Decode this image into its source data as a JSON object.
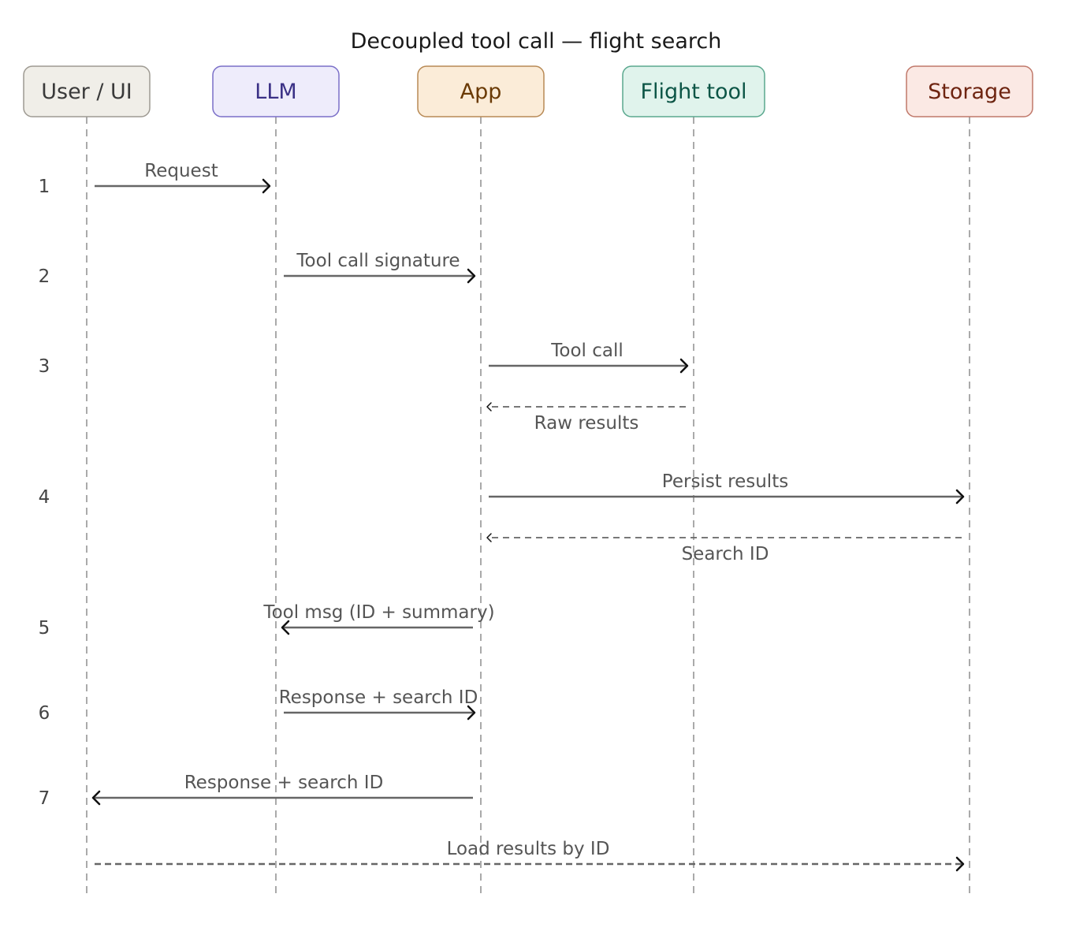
{
  "title": "Decoupled tool call — flight search",
  "colors": {
    "lifeline": "#aaaaaa",
    "arrow_line": "#666666",
    "arrow_head": "#111111",
    "label_text": "#555555"
  },
  "actors": [
    {
      "id": "user",
      "label": "User / UI",
      "fill": "#f0eee8",
      "stroke": "#9e9a92",
      "text": "#3a3a3a"
    },
    {
      "id": "llm",
      "label": "LLM",
      "fill": "#eeecfb",
      "stroke": "#7a6fc8",
      "text": "#3b3186"
    },
    {
      "id": "app",
      "label": "App",
      "fill": "#fbecd8",
      "stroke": "#b88a55",
      "text": "#6a3a05"
    },
    {
      "id": "tool",
      "label": "Flight tool",
      "fill": "#e0f3ec",
      "stroke": "#5aa88e",
      "text": "#0c5546"
    },
    {
      "id": "storage",
      "label": "Storage",
      "fill": "#fbe9e4",
      "stroke": "#c0786a",
      "text": "#6e2410"
    }
  ],
  "messages": [
    {
      "step": "1",
      "from": "user",
      "to": "llm",
      "label": "Request",
      "style": "solid",
      "label_pos": "above"
    },
    {
      "step": "2",
      "from": "llm",
      "to": "app",
      "label": "Tool call signature",
      "style": "solid",
      "label_pos": "above"
    },
    {
      "step": "3",
      "from": "app",
      "to": "tool",
      "label": "Tool call",
      "style": "solid",
      "label_pos": "above"
    },
    {
      "step": "",
      "from": "tool",
      "to": "app",
      "label": "Raw results",
      "style": "dashed",
      "label_pos": "below"
    },
    {
      "step": "4",
      "from": "app",
      "to": "storage",
      "label": "Persist results",
      "style": "solid",
      "label_pos": "above"
    },
    {
      "step": "",
      "from": "storage",
      "to": "app",
      "label": "Search ID",
      "style": "dashed",
      "label_pos": "below"
    },
    {
      "step": "5",
      "from": "app",
      "to": "llm",
      "label": "Tool msg (ID + summary)",
      "style": "solid",
      "label_pos": "above"
    },
    {
      "step": "6",
      "from": "llm",
      "to": "app",
      "label": "Response + search ID",
      "style": "solid",
      "label_pos": "above"
    },
    {
      "step": "7",
      "from": "app",
      "to": "user",
      "label": "Response + search ID",
      "style": "solid",
      "label_pos": "above"
    },
    {
      "step": "",
      "from": "user",
      "to": "storage",
      "label": "Load results by ID",
      "style": "dashed-bold",
      "label_pos": "above"
    }
  ]
}
